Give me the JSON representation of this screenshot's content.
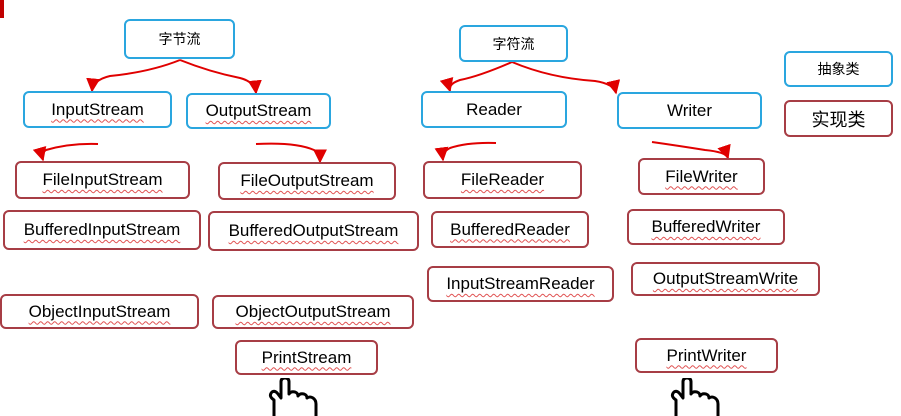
{
  "colors": {
    "abstract_border": "#2aa6df",
    "concrete_border": "#a73d45",
    "arrow": "#e00000",
    "spellcheck_underline": "#e05252"
  },
  "byte_stream": {
    "root": "字节流",
    "input": {
      "abstract": "InputStream",
      "classes": [
        "FileInputStream",
        "BufferedInputStream",
        "ObjectInputStream"
      ]
    },
    "output": {
      "abstract": "OutputStream",
      "classes": [
        "FileOutputStream",
        "BufferedOutputStream",
        "ObjectOutputStream",
        "PrintStream"
      ]
    }
  },
  "char_stream": {
    "root": "字符流",
    "reader": {
      "abstract": "Reader",
      "classes": [
        "FileReader",
        "BufferedReader",
        "InputStreamReader"
      ]
    },
    "writer": {
      "abstract": "Writer",
      "classes": [
        "FileWriter",
        "BufferedWriter",
        "OutputStreamWrite",
        "PrintWriter"
      ]
    }
  },
  "legend": {
    "abstract_label": "抽象类",
    "concrete_label": "实现类"
  },
  "icons": {
    "print_stream_pointer": "pointing-hand-icon",
    "print_writer_pointer": "pointing-hand-icon"
  }
}
